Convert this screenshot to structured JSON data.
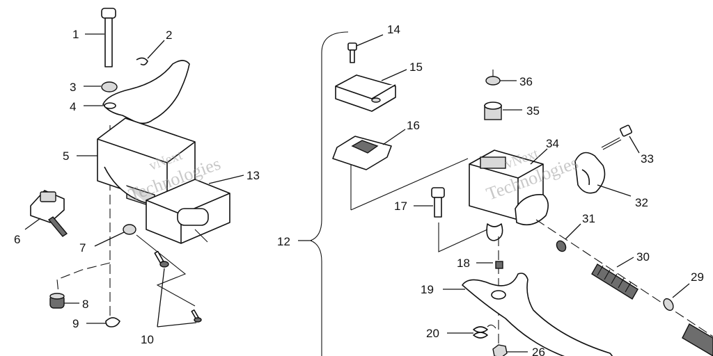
{
  "callouts": {
    "c1": "1",
    "c2": "2",
    "c3": "3",
    "c4": "4",
    "c5": "5",
    "c6": "6",
    "c7": "7",
    "c8": "8",
    "c9": "9",
    "c10": "10",
    "c12": "12",
    "c13": "13",
    "c14": "14",
    "c15": "15",
    "c16": "16",
    "c17": "17",
    "c18": "18",
    "c19": "19",
    "c20": "20",
    "c26": "26",
    "c29": "29",
    "c30": "30",
    "c31": "31",
    "c32": "32",
    "c33": "33",
    "c34": "34",
    "c35": "35",
    "c36": "36"
  },
  "watermark": {
    "line1": "vNext",
    "line2": "Technologies"
  }
}
